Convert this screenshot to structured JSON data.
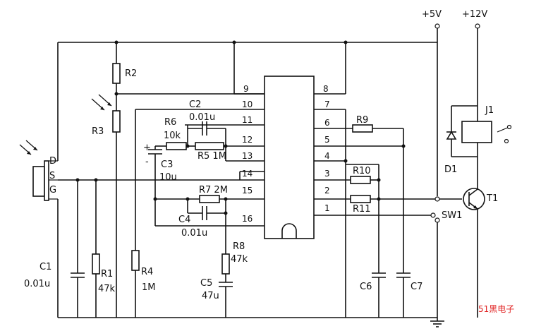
{
  "supplies": {
    "v5": "+5V",
    "v12": "+12V"
  },
  "ic_pins": {
    "left": [
      "9",
      "10",
      "11",
      "12",
      "13",
      "14",
      "15",
      "16"
    ],
    "right": [
      "8",
      "7",
      "6",
      "5",
      "4",
      "3",
      "2",
      "1"
    ]
  },
  "components": {
    "R1": "R1",
    "R1_val": "47k",
    "R2": "R2",
    "R3": "R3",
    "R4": "R4",
    "R4_val": "1M",
    "R5": "R5 1M",
    "R6": "R6",
    "R6_val": "10k",
    "R7": "R7 2M",
    "R8": "R8",
    "R8_val": "47k",
    "R9": "R9",
    "R10": "R10",
    "R11": "R11",
    "C1": "C1",
    "C1_val": "0.01u",
    "C2": "C2",
    "C2_val": "0.01u",
    "C3": "C3",
    "C3_val": "10u",
    "C4": "C4",
    "C4_val": "0.01u",
    "C5": "C5",
    "C5_val": "47u",
    "C6": "C6",
    "C7": "C7",
    "J1": "J1",
    "D1": "D1",
    "T1": "T1",
    "SW1": "SW1",
    "plus": "+",
    "minus": "-"
  },
  "sensor_pins": {
    "D": "D",
    "S": "S",
    "G": "G"
  },
  "watermark": "51黑电子",
  "colors": {
    "wire": "#111111",
    "watermark": "#e02020"
  }
}
